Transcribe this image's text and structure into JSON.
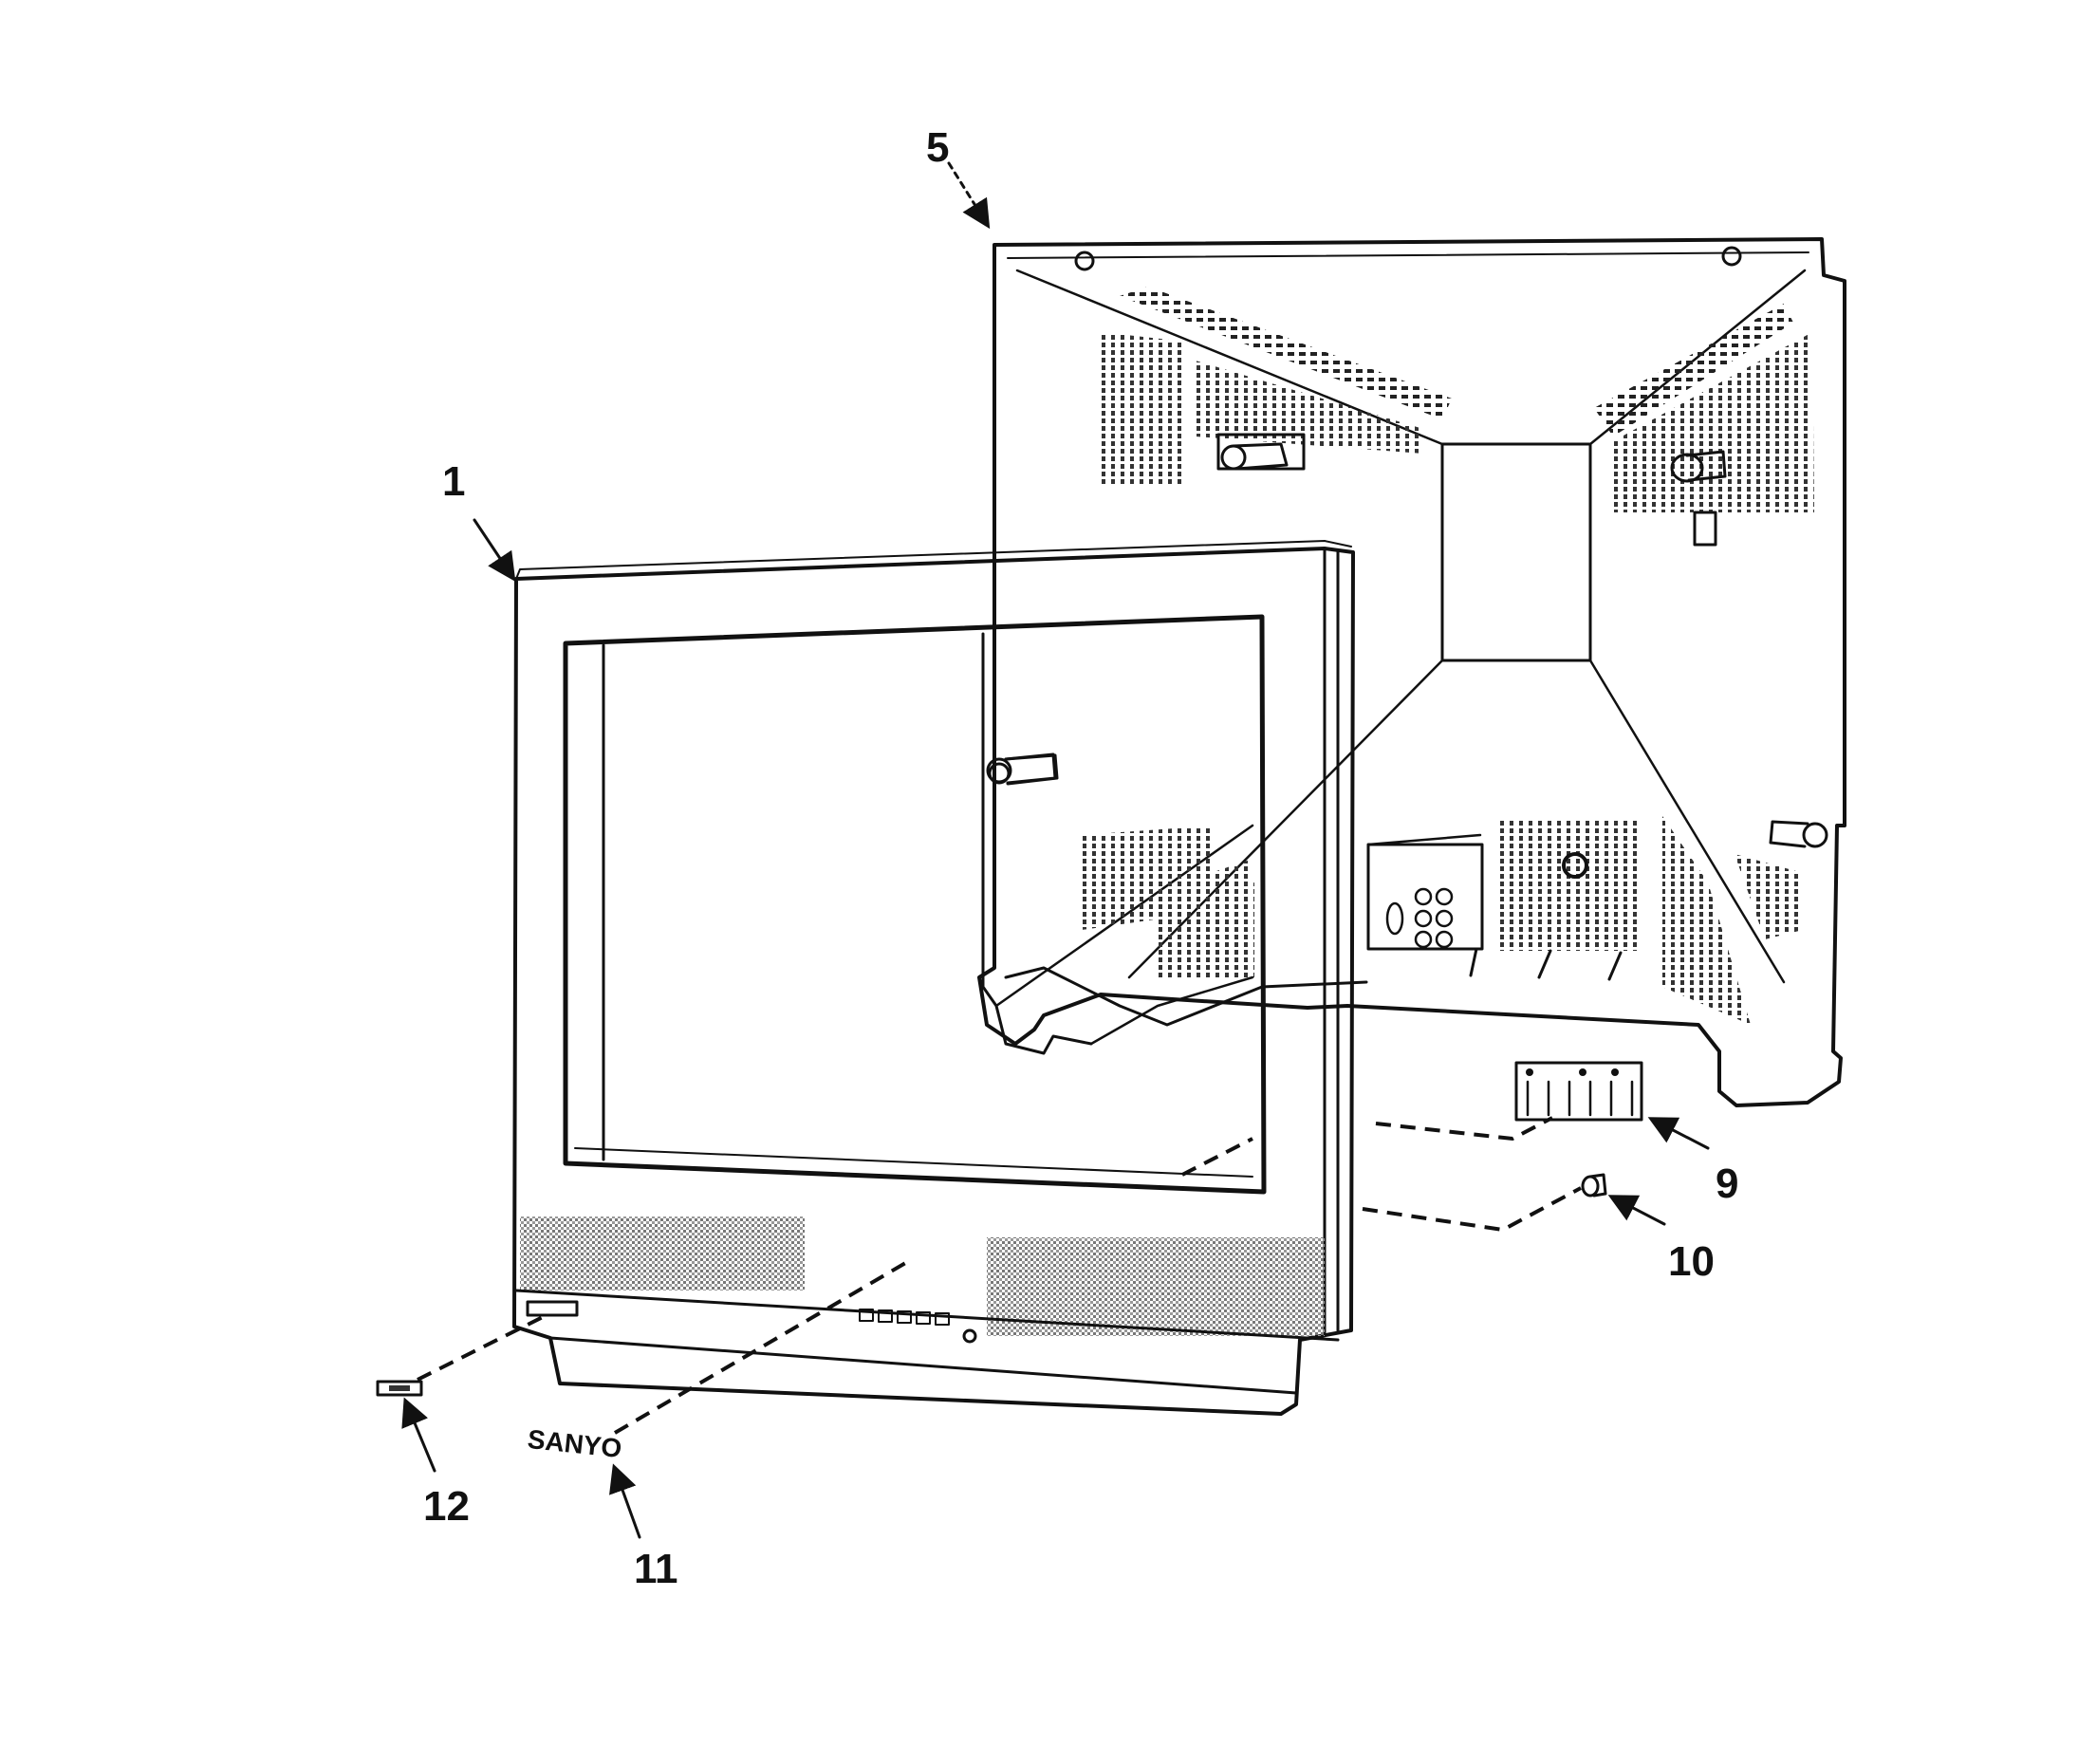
{
  "callouts": [
    {
      "id": "front-cabinet",
      "number": "1"
    },
    {
      "id": "back-cover",
      "number": "5"
    },
    {
      "id": "terminal-board",
      "number": "9"
    },
    {
      "id": "screw",
      "number": "10"
    },
    {
      "id": "logo-badge",
      "number": "11"
    },
    {
      "id": "led-lens",
      "number": "12"
    }
  ],
  "logo_text": "SANYO",
  "colors": {
    "ink": "#111111",
    "paper": "#ffffff"
  }
}
